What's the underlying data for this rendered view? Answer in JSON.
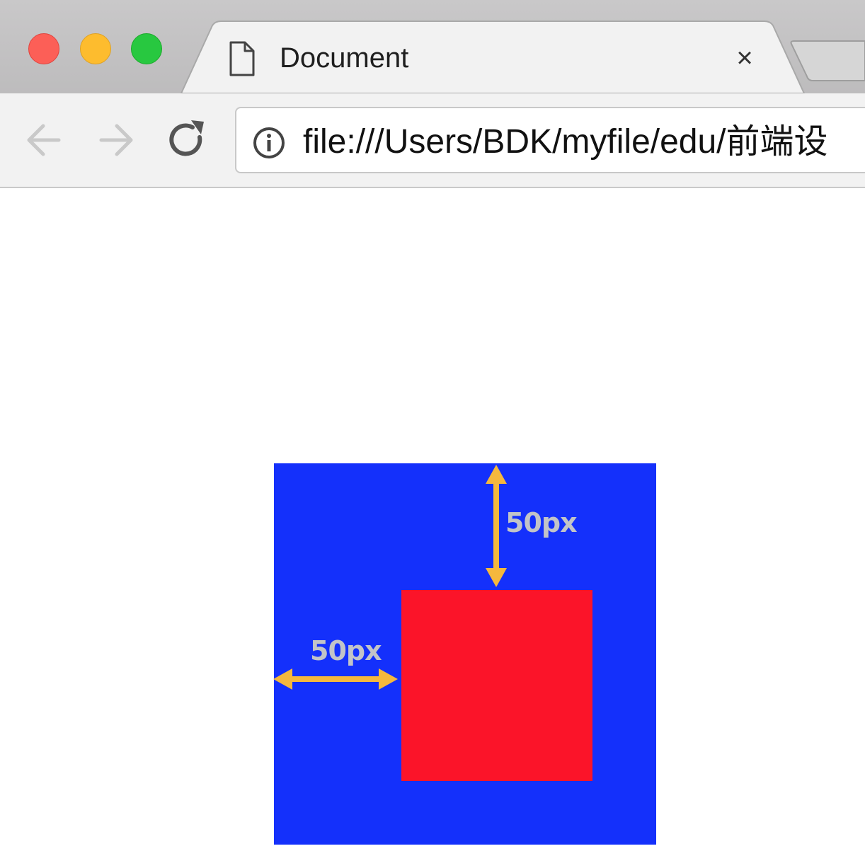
{
  "window": {
    "traffic_lights": [
      "close",
      "minimize",
      "zoom"
    ],
    "colors": {
      "close": "#fc5f57",
      "minimize": "#fdbc2e",
      "zoom": "#28c840"
    }
  },
  "tab": {
    "title": "Document",
    "icon": "document-icon",
    "close_symbol": "×"
  },
  "toolbar": {
    "back_icon": "back-arrow-icon",
    "forward_icon": "forward-arrow-icon",
    "reload_icon": "reload-icon",
    "address": {
      "icon": "info-icon",
      "url": "file:///Users/BDK/myfile/edu/前端设"
    }
  },
  "page": {
    "outer_box_color": "#1430fb",
    "inner_box_color": "#fb1429",
    "arrow_color": "#f5b83d",
    "top_offset_label": "50px",
    "left_offset_label": "50px"
  }
}
